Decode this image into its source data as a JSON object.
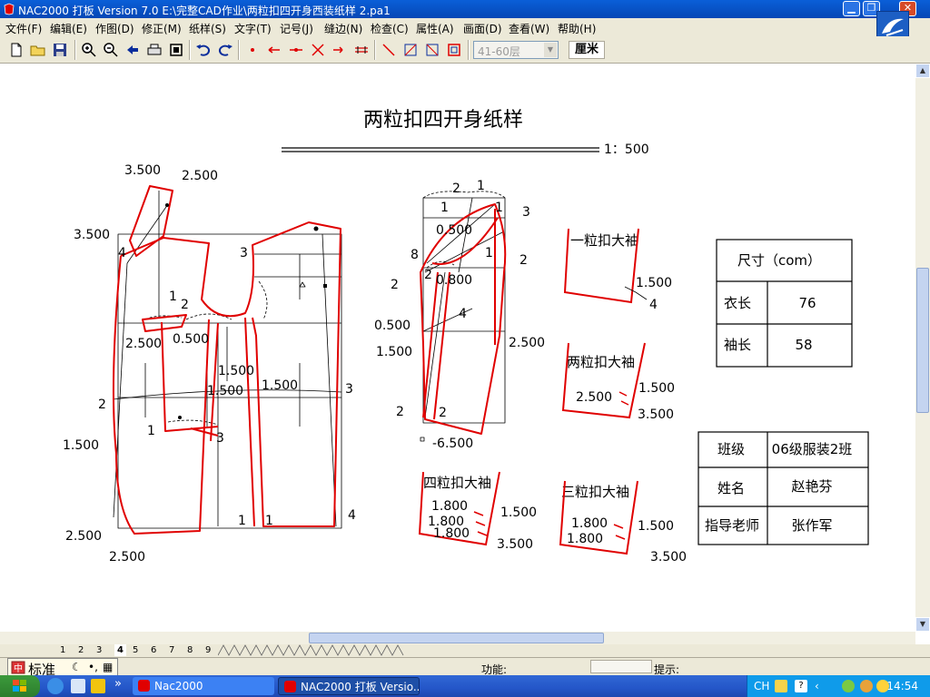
{
  "window": {
    "title": "NAC2000 打板 Version 7.0  E:\\完整CAD作业\\两粒扣四开身西装纸样 2.pa1"
  },
  "menu": [
    "文件(F)",
    "编辑(E)",
    "作图(D)",
    "修正(M)",
    "纸样(S)",
    "文字(T)",
    "记号(J)",
    "缝边(N)",
    "检查(C)",
    "属性(A)",
    "画面(D)",
    "查看(W)",
    "帮助(H)"
  ],
  "toolbar": {
    "layer_value": "41-60层",
    "unit_label": "厘米"
  },
  "drawing": {
    "title": "两粒扣四开身纸样",
    "scale": "1：500",
    "body_labels": [
      "3.500",
      "2.500",
      "3.500",
      "4",
      "3",
      "1",
      "2",
      "2.500",
      "0.500",
      "1.500",
      "1.500",
      "1.500",
      "3",
      "2",
      "1",
      "3",
      "1.500",
      "2.500",
      "2.500",
      "1",
      "1",
      "4"
    ],
    "sleeve_labels": [
      "2",
      "1",
      "1",
      "1",
      "3",
      "0.500",
      "1",
      "8",
      "2",
      "2",
      "2",
      "0.800",
      "4",
      "0.500",
      "1.500",
      "2.500",
      "2",
      "2",
      "-6.500"
    ],
    "cuffs": [
      {
        "title": "一粒扣大袖",
        "labels": [
          "1.500",
          "4"
        ]
      },
      {
        "title": "两粒扣大袖",
        "labels": [
          "2.500",
          "1.500",
          "3.500"
        ]
      },
      {
        "title": "四粒扣大袖",
        "labels": [
          "1.800",
          "1.800",
          "1.800",
          "1.500",
          "3.500"
        ]
      },
      {
        "title": "三粒扣大袖",
        "labels": [
          "1.800",
          "1.800",
          "1.500",
          "3.500"
        ]
      }
    ],
    "size_table": {
      "header": "尺寸（com）",
      "rows": [
        {
          "label": "衣长",
          "value": "76"
        },
        {
          "label": "袖长",
          "value": "58"
        }
      ]
    },
    "info_table": {
      "rows": [
        {
          "label": "班级",
          "value": "06级服装2班"
        },
        {
          "label": "姓名",
          "value": "赵艳芬"
        },
        {
          "label": "指导老师",
          "value": "张作军"
        }
      ]
    }
  },
  "page_tabs": [
    "1",
    "2",
    "3",
    "4",
    "5",
    "6",
    "7",
    "8",
    "9"
  ],
  "status": {
    "ime_label": "标准",
    "function_label": "功能:",
    "hint_label": "提示:"
  },
  "taskbar": {
    "tasks": [
      "Nac2000",
      "NAC2000 打板 Versio..."
    ],
    "lang": "CH",
    "clock": "14:54"
  },
  "colors": {
    "pattern_red": "#e00000",
    "titlebar_blue": "#0a5fd8",
    "chrome": "#ece9d8"
  }
}
